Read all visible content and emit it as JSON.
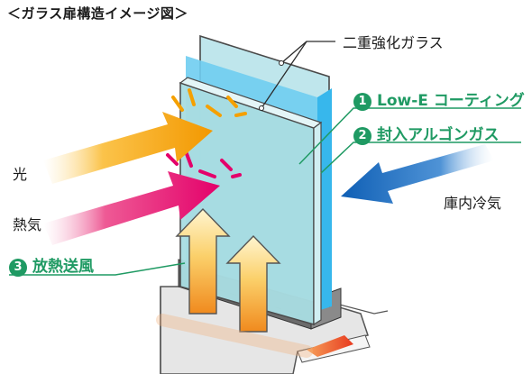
{
  "title": "＜ガラス扉構造イメージ図＞",
  "labels": {
    "double_glass": "二重強化ガラス",
    "light": "光",
    "heat": "熱気",
    "cold_air": "庫内冷気"
  },
  "features": [
    {
      "number": "1",
      "text": "Low-E コーティング"
    },
    {
      "number": "2",
      "text": "封入アルゴンガス"
    },
    {
      "number": "3",
      "text": "放熱送風"
    }
  ],
  "colors": {
    "feature_green": "#1f9a63",
    "light_arrow": "#f5a000",
    "heat_arrow": "#e51a6e",
    "cold_arrow": "#1666c0",
    "glass": "#a9dde2",
    "lowe_layer": "#56c3ef"
  }
}
